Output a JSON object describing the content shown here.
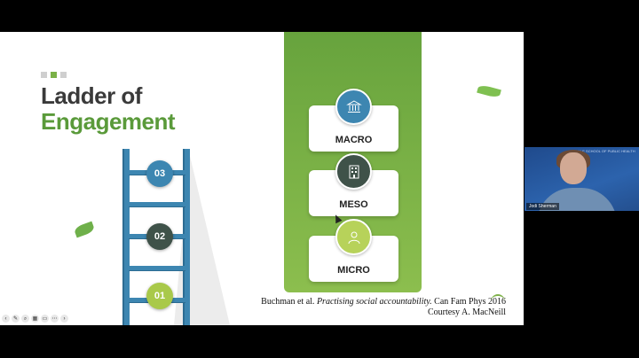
{
  "slide": {
    "title_line1": "Ladder of",
    "title_line2": "Engagement",
    "ladder_steps": [
      {
        "label": "03",
        "color": "#3d86b1"
      },
      {
        "label": "02",
        "color": "#3f5249"
      },
      {
        "label": "01",
        "color": "#a9c94a"
      }
    ],
    "levels": [
      {
        "label": "MACRO",
        "icon": "building-columns-icon",
        "circle_color": "#3d86b1"
      },
      {
        "label": "MESO",
        "icon": "office-building-icon",
        "circle_color": "#3f5249"
      },
      {
        "label": "MICRO",
        "icon": "person-icon",
        "circle_color": "#b7d25a"
      }
    ],
    "citation": {
      "authors": "Buchman et al.",
      "title": "Practising social accountability.",
      "journal": "Can Fam Phys 2016",
      "courtesy": "Courtesy A. MacNeill"
    }
  },
  "video": {
    "participant_name": "Jodi Sherman",
    "header_text": "YALE SCHOOL OF PUBLIC HEALTH"
  },
  "toolbar": {
    "icons": [
      "previous-icon",
      "pen-icon",
      "zoom-icon",
      "slides-icon",
      "camera-icon",
      "more-icon",
      "next-icon"
    ]
  },
  "colors": {
    "title_dark": "#3a3a3a",
    "title_green": "#5a9a3a",
    "panel_green": "#7ab147",
    "ladder_blue": "#3d86b1"
  }
}
